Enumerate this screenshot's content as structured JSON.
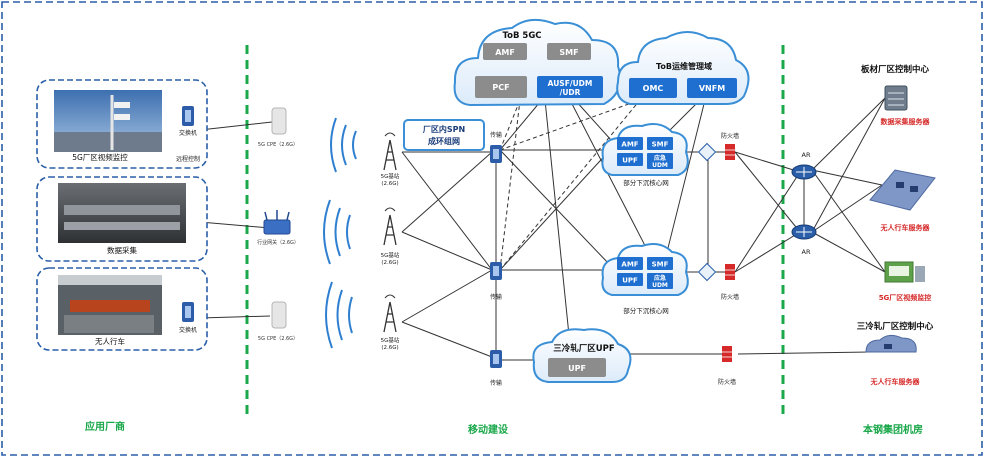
{
  "sections": {
    "left": "应用厂商",
    "middle": "移动建设",
    "right": "本钢集团机房"
  },
  "apps": {
    "video": "5G厂区视频监控",
    "data": "数据采集",
    "crane": "无人行车"
  },
  "devices": {
    "switch": "交换机",
    "remote_control": "远程控制",
    "cpe": "5G CPE（2.6G）",
    "gateway": "行业网关（2.6G）",
    "bs_line1": "5G基站",
    "bs_line2": "(2.6G)",
    "transport": "传输",
    "firewall": "防火墙",
    "ar": "AR"
  },
  "core": {
    "tob5gc": "ToB 5GC",
    "amf": "AMF",
    "smf": "SMF",
    "pcf": "PCF",
    "ausf_line1": "AUSF/UDM",
    "ausf_line2": "/UDR",
    "ops": "ToB运维管理域",
    "omc": "OMC",
    "vnfm": "VNFM",
    "spn_line1": "厂区内SPN",
    "spn_line2": "成环组网",
    "edge_amf": "AMF",
    "edge_smf": "SMF",
    "edge_upf": "UPF",
    "edge_udm_line1": "应急",
    "edge_udm_line2": "UDM",
    "edge_label": "部分下沉核心网",
    "upf_cloud": "三冷轧厂区UPF",
    "upf": "UPF"
  },
  "right": {
    "plate_center": "板材厂区控制中心",
    "data_server": "数据采集服务器",
    "crane_server": "无人行车服务器",
    "video_server": "5G厂区视频监控",
    "cold_center": "三冷轧厂区控制中心",
    "crane_server2": "无人行车服务器"
  },
  "colors": {
    "section_green": "#1aa84a",
    "dash_blue": "#2a5ea8",
    "box_grey": "#8c8c8c",
    "box_blue": "#1f6fd1",
    "server_red": "#d62a2a",
    "cloud_edge": "#3a8fd6"
  }
}
